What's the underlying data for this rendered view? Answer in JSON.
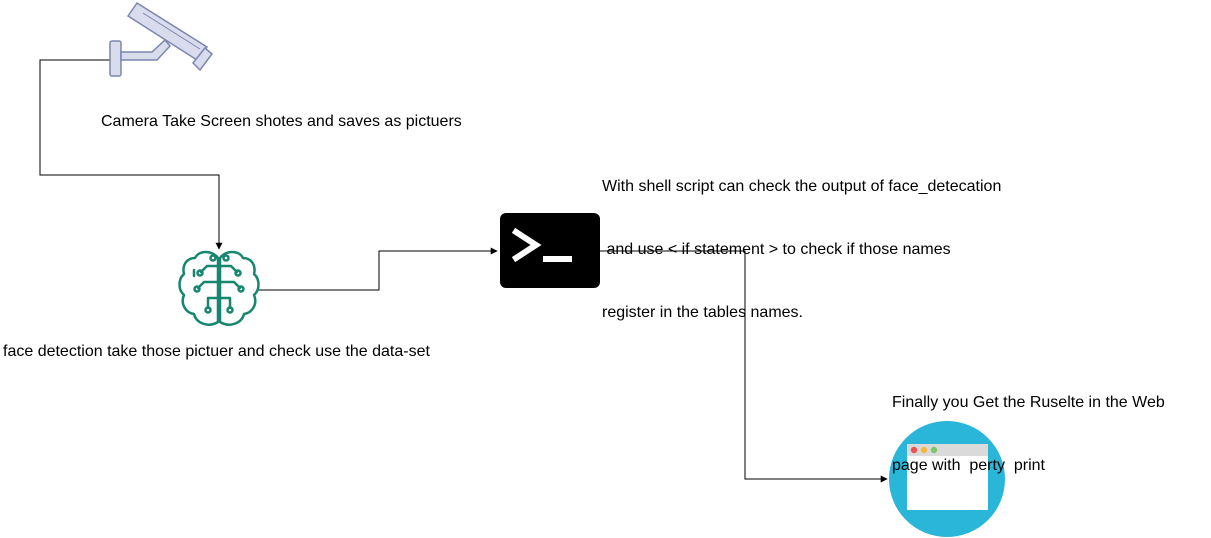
{
  "diagram": {
    "nodes": {
      "camera": {
        "icon": "security-camera-icon",
        "label": "Camera Take Screen shotes and saves as pictuers"
      },
      "face_detection": {
        "icon": "neural-brain-circuit-icon",
        "label": "face detection take those pictuer and check use the data-set"
      },
      "shell_script": {
        "icon": "terminal-prompt-icon",
        "label_lines": [
          "With shell script can check the output of face_detecation",
          " and use < if statement > to check if those names",
          "register in the tables names."
        ]
      },
      "web_page": {
        "icon": "browser-window-icon",
        "label_lines": [
          "Finally you Get the Ruselte in the Web",
          "page with  perty  print"
        ]
      }
    },
    "edges": [
      {
        "from": "camera",
        "to": "face_detection"
      },
      {
        "from": "face_detection",
        "to": "shell_script"
      },
      {
        "from": "shell_script",
        "to": "web_page"
      }
    ]
  },
  "colors": {
    "camera_body": "#d8dcec",
    "camera_stroke": "#7c86b0",
    "brain": "#17866f",
    "terminal_bg": "#000000",
    "terminal_fg": "#ffffff",
    "browser_circle": "#29b6d9",
    "browser_bar": "#dadada",
    "dot_red": "#ef5350",
    "dot_yellow": "#f5b942",
    "dot_green": "#7cc66a",
    "connector": "#000000"
  }
}
